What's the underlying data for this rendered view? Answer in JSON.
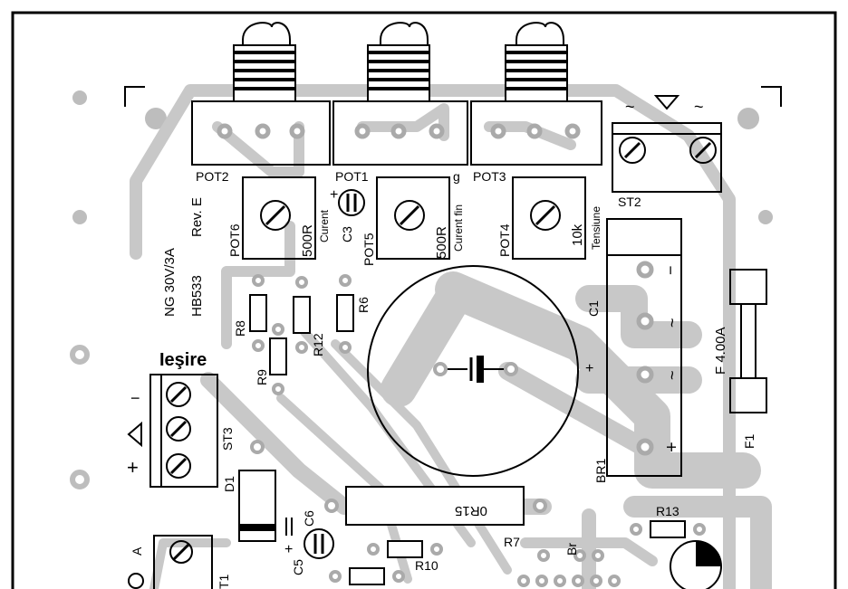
{
  "board": {
    "model": "NG 30V/3A",
    "code": "HB533",
    "revision": "Rev. E"
  },
  "labels": {
    "pot2": "POT2",
    "pot1": "POT1",
    "pot3": "POT3",
    "pot6": "POT6",
    "pot5": "POT5",
    "pot4": "POT4",
    "pot6_value": "500R",
    "pot5_value": "500R",
    "pot4_value": "10k",
    "curent": "Curent",
    "curent_fin": "Curent fin",
    "g_mark": "g",
    "tensiune": "Tensiune",
    "c3": "C3",
    "c1": "C1",
    "c5": "C5",
    "c6": "C6",
    "st2": "ST2",
    "st3": "ST3",
    "iesire": "Ieşire",
    "r6": "R6",
    "r8": "R8",
    "r9": "R9",
    "r10": "R10",
    "r12": "R12",
    "r13": "R13",
    "r7": "R7",
    "r15_value": "0R15",
    "d1": "D1",
    "br1": "BR1",
    "br": "Br",
    "f1": "F1",
    "fuse_value": "F 4.00A",
    "t1": "T1",
    "a_mark": "A",
    "plus": "+",
    "minus": "−",
    "ac": "~"
  }
}
